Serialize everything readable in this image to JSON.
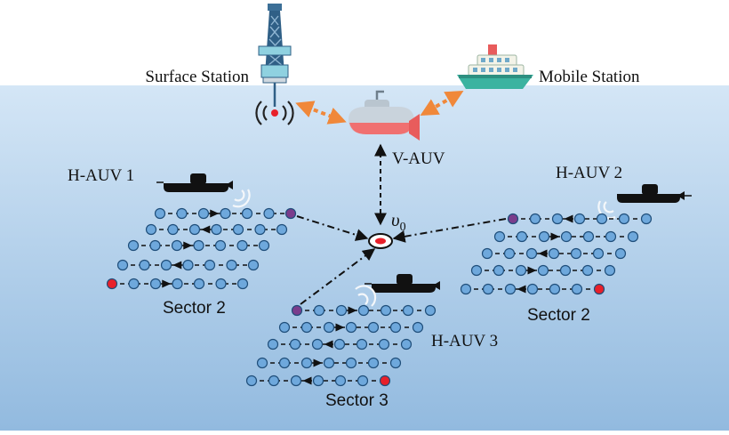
{
  "labels": {
    "surface_station": "Surface Station",
    "mobile_station": "Mobile Station",
    "v_auv": "V-AUV",
    "v0": "υ",
    "v0_sub": "0",
    "h_auv_1": "H-AUV 1",
    "h_auv_2": "H-AUV 2",
    "h_auv_3": "H-AUV 3",
    "sector_left": "Sector 2",
    "sector_right": "Sector 2",
    "sector_bottom": "Sector 3"
  },
  "colors": {
    "sky": "#ffffff",
    "water_top": "#d4e6f6",
    "water_bottom": "#92badf",
    "node_blue": "#6ea8dc",
    "node_start": "#e8202a",
    "node_head": "#7a3d8c",
    "link_orange": "#f0883a",
    "sub_black": "#111111",
    "v_auv_hull": "#c9d3dc",
    "v_auv_belly": "#f07070"
  },
  "icons": {
    "surface_station": "oil-rig-icon",
    "mobile_station": "ship-icon",
    "v_auv": "submarine-icon",
    "h_auv": "submarine-icon",
    "signal": "wireless-signal-icon"
  }
}
